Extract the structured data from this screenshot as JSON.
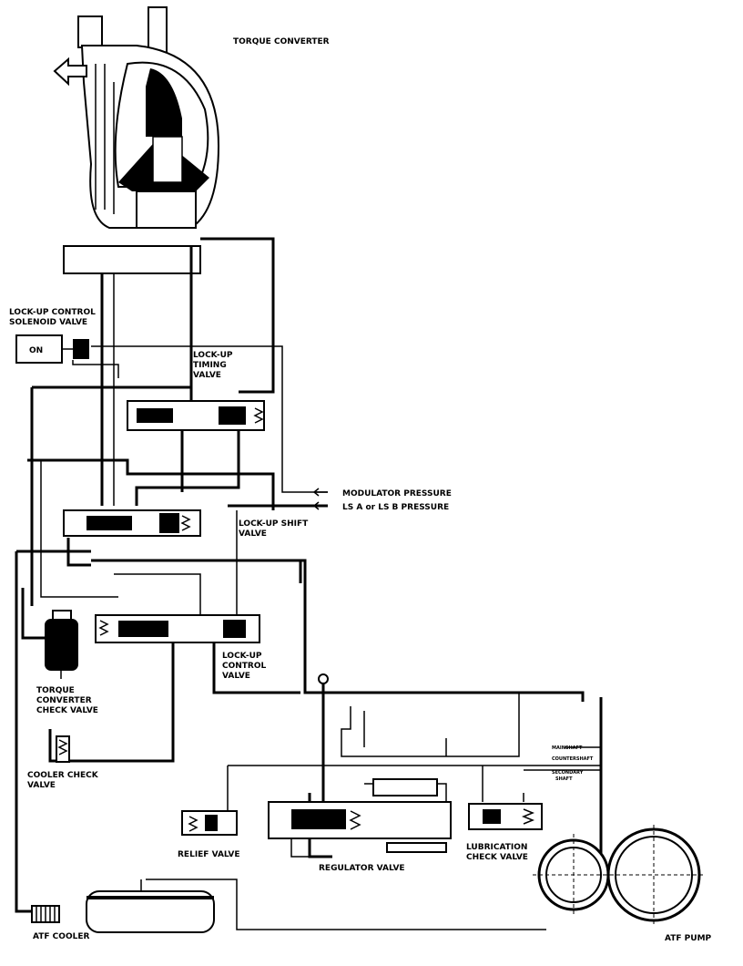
{
  "labels": {
    "torque_converter": "TORQUE CONVERTER",
    "lockup_solenoid_line1": "LOCK-UP CONTROL",
    "lockup_solenoid_line2": "SOLENOID VALVE",
    "solenoid_state": "ON",
    "timing_valve_line1": "LOCK-UP",
    "timing_valve_line2": "TIMING",
    "timing_valve_line3": "VALVE",
    "modulator_pressure": "MODULATOR PRESSURE",
    "ls_pressure": "LS A or LS B PRESSURE",
    "shift_valve_line1": "LOCK-UP SHIFT",
    "shift_valve_line2": "VALVE",
    "control_valve_line1": "LOCK-UP",
    "control_valve_line2": "CONTROL",
    "control_valve_line3": "VALVE",
    "tc_check_line1": "TORQUE",
    "tc_check_line2": "CONVERTER",
    "tc_check_line3": "CHECK VALVE",
    "cooler_check_line1": "COOLER CHECK",
    "cooler_check_line2": "VALVE",
    "relief_valve": "RELIEF VALVE",
    "regulator_valve": "REGULATOR VALVE",
    "lubrication_line1": "LUBRICATION",
    "lubrication_line2": "CHECK VALVE",
    "atf_pump": "ATF PUMP",
    "atf_cooler": "ATF COOLER",
    "mainshaft": "MAINSHAFT",
    "countershaft": "COUNTERSHAFT",
    "secondary_line1": "SECONDARY",
    "secondary_line2": "SHAFT"
  }
}
